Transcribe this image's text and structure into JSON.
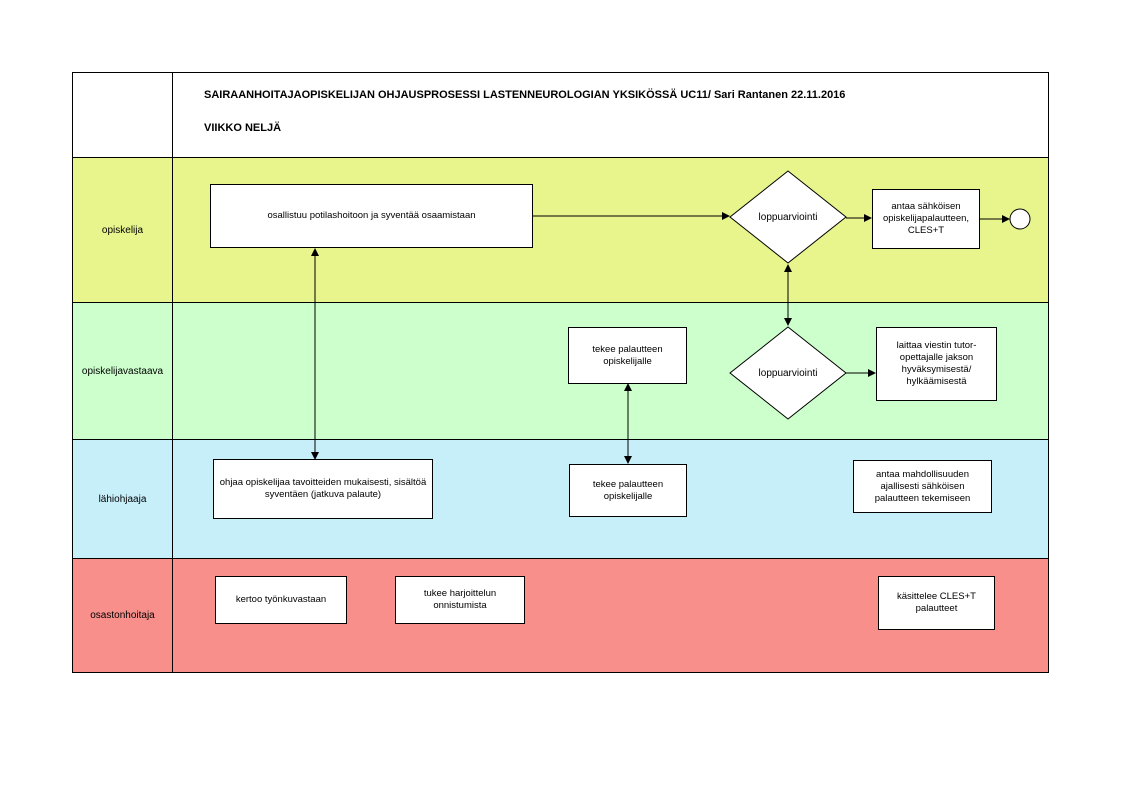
{
  "header": {
    "title": "SAIRAANHOITAJAOPISKELIJAN OHJAUSPROSESSI LASTENNEUROLOGIAN YKSIKÖSSÄ UC11/ Sari Rantanen 22.11.2016",
    "subtitle": "VIIKKO NELJÄ"
  },
  "lanes": {
    "l1": {
      "label": "opiskelija",
      "color": "#e8f48c"
    },
    "l2": {
      "label": "opiskelijavastaava",
      "color": "#ccffcc"
    },
    "l3": {
      "label": "lähiohjaaja",
      "color": "#c7effa"
    },
    "l4": {
      "label": "osastonhoitaja",
      "color": "#f88f8a"
    }
  },
  "boxes": {
    "osallistuu": "osallistuu potilashoitoon ja syventää osaamistaan",
    "antaa_palaute": "antaa sähköisen opiskelijapalautteen, CLES+T",
    "tekee1": "tekee palautteen opiskelijalle",
    "laittaa": "laittaa viestin tutor-opettajalle jakson hyväksymisestä/ hylkäämisestä",
    "ohjaa": "ohjaa opiskelijaa tavoitteiden mukaisesti, sisältöä syventäen (jatkuva palaute)",
    "tekee2": "tekee palautteen opiskelijalle",
    "antaa_mahd": "antaa mahdollisuuden ajallisesti sähköisen palautteen tekemiseen",
    "kertoo": "kertoo työnkuvastaan",
    "tukee": "tukee harjoittelun onnistumista",
    "kasittelee": "käsittelee CLES+T palautteet"
  },
  "decisions": {
    "loppu1": "loppuarviointi",
    "loppu2": "loppuarviointi"
  }
}
